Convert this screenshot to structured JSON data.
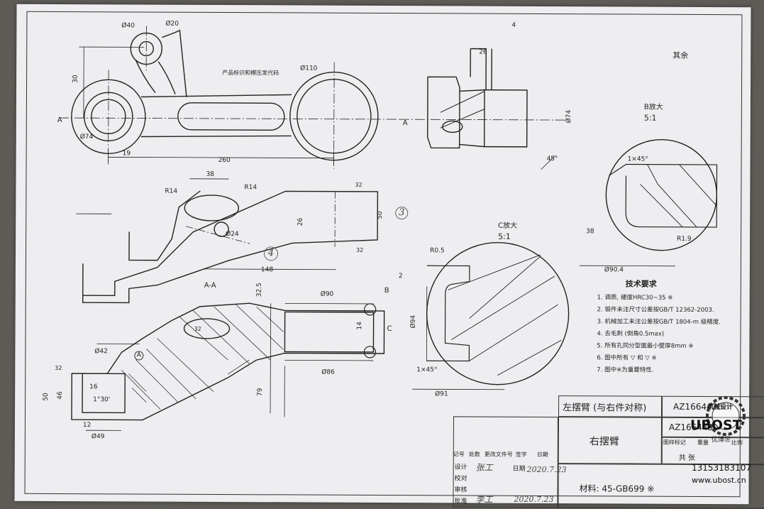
{
  "drawing": {
    "remainder_label": "其余",
    "top_view": {
      "dim_d40": "Ø40",
      "dim_20": "Ø20",
      "dim_d74": "Ø74",
      "dim_d110": "Ø110",
      "dim_260": "260",
      "dim_30": "30",
      "dim_19": "19",
      "note_mark": "产品标识和模压发代码",
      "section_a_left": "A",
      "section_a_right": "A"
    },
    "side_view": {
      "dim_26": "26",
      "dim_4": "4",
      "dim_d74": "Ø74",
      "dim_45": "45°"
    },
    "view_b": {
      "title": "B放大",
      "scale": "5:1",
      "chamfer": "1×45°",
      "r": "R1.9",
      "dim_38": "38",
      "dim_d90": "Ø90.4"
    },
    "section_aa": {
      "dim_38": "38",
      "r14_left": "R14",
      "r14_right": "R14",
      "dim_d24": "Ø24",
      "dim_26": "26",
      "dim_148": "148",
      "dim_50": "50",
      "label": "A-A",
      "circled_3": "3",
      "circled_4": "4"
    },
    "view_c": {
      "title": "C放大",
      "scale": "5:1",
      "r": "R0.5",
      "dim_2": "2",
      "dim_d94": "Ø94",
      "chamfer": "1×45°",
      "dim_d91": "Ø91"
    },
    "lower_section": {
      "dim_325": "32.5",
      "dim_d90": "Ø90",
      "dim_d86": "Ø86",
      "dim_14": "14",
      "dim_79": "79",
      "dim_d42": "Ø42",
      "dim_50": "50",
      "dim_46": "46",
      "dim_16": "16",
      "dim_1_30": "1°30'",
      "dim_12": "12",
      "dim_d49": "Ø49",
      "callout_b": "B",
      "callout_c": "C",
      "datum_a": "A"
    },
    "roughness": "32"
  },
  "tech_requirements": {
    "title": "技术要求",
    "items": [
      "1. 调质, 硬度HRC30~35 ※",
      "2. 锻件未注尺寸公差按GB/T 12362-2003.",
      "3. 机械加工未注公差按GB/T 1804-m 级精度.",
      "4. 去毛刺 (倒角0.5max)",
      "5. 所有孔同分型面最小壁厚8mm ※",
      "6. 图中所有 ▽ 和 ▽ ※",
      "7. 图中※为重要特性."
    ]
  },
  "title_block": {
    "part_left": "左摆臂 (与右件对称)",
    "drawing_no_left": "AZ1664430",
    "part_name": "右摆臂",
    "drawing_no": "AZ1664430",
    "material_label": "材料: 45-GB699 ※",
    "headers": [
      "记号",
      "处数",
      "更改文件号",
      "签字",
      "日期"
    ],
    "row_labels": [
      "设计",
      "校对",
      "审核",
      "批准"
    ],
    "date_label": "日期",
    "design_sign": "张工",
    "design_date": "2020.7.23",
    "approve_sign": "李工",
    "approve_date": "2020.7.23",
    "col_labels": [
      "图样标记",
      "重量",
      "比例"
    ],
    "sheet": "共  张"
  },
  "brand": {
    "line1": "机械设计",
    "name": "UBOST",
    "sub": "优博世",
    "phone": "13153183107",
    "url": "www.ubost.cn"
  }
}
